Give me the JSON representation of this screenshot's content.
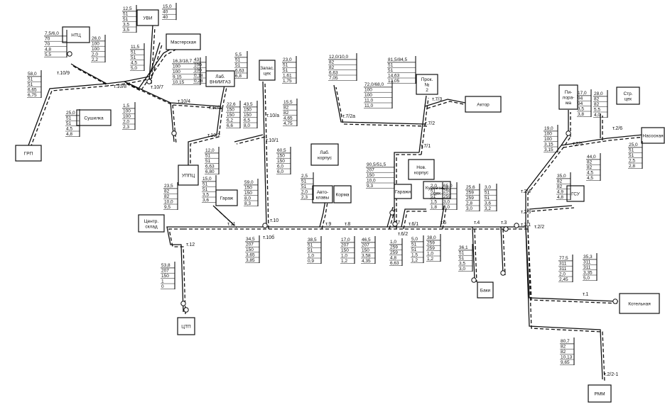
{
  "buildings": [
    {
      "id": "ntc",
      "label": "НТЦ"
    },
    {
      "id": "uvi",
      "label": "УВИ"
    },
    {
      "id": "masterskaya",
      "label": "Мастерская"
    },
    {
      "id": "lab_vnii",
      "label": "Лаб. ВНИИГАЗ"
    },
    {
      "id": "zapas",
      "label": "Запас. цех"
    },
    {
      "id": "lab_korpus",
      "label": "Лаб. корпус"
    },
    {
      "id": "prok2",
      "label": "Прок. № 2"
    },
    {
      "id": "aktor",
      "label": "Актор"
    },
    {
      "id": "pilorama",
      "label": "Пи- лора- ма"
    },
    {
      "id": "str_ceh",
      "label": "Стр. цех"
    },
    {
      "id": "nasosnaya",
      "label": "Насосная"
    },
    {
      "id": "gsu",
      "label": "ГСУ"
    },
    {
      "id": "sushilka",
      "label": "Сушилка"
    },
    {
      "id": "grp",
      "label": "ГРП"
    },
    {
      "id": "uppc",
      "label": "УППЦ"
    },
    {
      "id": "garazh_b",
      "label": "Гаражи"
    },
    {
      "id": "avtoklub",
      "label": "Авто- клавы"
    },
    {
      "id": "korma",
      "label": "Корма"
    },
    {
      "id": "nov_korpus",
      "label": "Нов. корпус"
    },
    {
      "id": "garazh",
      "label": "Гараж"
    },
    {
      "id": "kuzn",
      "label": "Кузнечный цех"
    },
    {
      "id": "centr_sklad",
      "label": "Центр. склад"
    },
    {
      "id": "ctp",
      "label": "ЦТП"
    },
    {
      "id": "baki",
      "label": "Баки"
    },
    {
      "id": "kotelnaya",
      "label": "Котельная"
    },
    {
      "id": "rmm",
      "label": "РММ"
    }
  ],
  "nodes": [
    {
      "id": "t10_9",
      "label": "т.10/9"
    },
    {
      "id": "t10_8",
      "label": "т.10/8"
    },
    {
      "id": "t10_7",
      "label": "т.10/7"
    },
    {
      "id": "t10_4",
      "label": "т.10/4"
    },
    {
      "id": "t10_3",
      "label": "т.10/3"
    },
    {
      "id": "t10_2",
      "label": "т.10/2"
    },
    {
      "id": "t10_1",
      "label": "т.10/1"
    },
    {
      "id": "t10a",
      "label": "т.10/а"
    },
    {
      "id": "t10",
      "label": "т.10"
    },
    {
      "id": "t10b",
      "label": "т.10б"
    },
    {
      "id": "t11",
      "label": "т.11"
    },
    {
      "id": "t12",
      "label": "т.12"
    },
    {
      "id": "t9",
      "label": "т.9"
    },
    {
      "id": "t8",
      "label": "т.8"
    },
    {
      "id": "t7",
      "label": "т.7"
    },
    {
      "id": "t7_2a",
      "label": "т.7/2а"
    },
    {
      "id": "t7_2",
      "label": "т.7/2"
    },
    {
      "id": "t7_3",
      "label": "т.7/3"
    },
    {
      "id": "t7_1",
      "label": "т.7/1"
    },
    {
      "id": "t6_2",
      "label": "т.6/2"
    },
    {
      "id": "t6_1",
      "label": "т.6/1"
    },
    {
      "id": "t5",
      "label": "т.5"
    },
    {
      "id": "t4",
      "label": "т.4"
    },
    {
      "id": "t3",
      "label": "т.3"
    },
    {
      "id": "t2_1",
      "label": "т.2/1"
    },
    {
      "id": "t2_2",
      "label": "т.2/2"
    },
    {
      "id": "t2_3",
      "label": "т.2/3"
    },
    {
      "id": "t2_4",
      "label": "т.2/4"
    },
    {
      "id": "t2_5",
      "label": "т.2/5"
    },
    {
      "id": "t2_6",
      "label": "т.2/6"
    },
    {
      "id": "t1",
      "label": "т.1"
    },
    {
      "id": "t2_2_1",
      "label": "т.2/2-1"
    }
  ],
  "tables": [
    {
      "id": "tb_ntc",
      "header": "7,5/6,0",
      "rows": [
        "70",
        "70",
        "4,8",
        "5,5"
      ]
    },
    {
      "id": "tb_grp",
      "header": "58,0",
      "rows": [
        "51",
        "51",
        "6,65",
        "6,75"
      ]
    },
    {
      "id": "tb_uvi",
      "header": "12,5",
      "rows": [
        "51",
        "51",
        "3,5",
        "3,5"
      ]
    },
    {
      "id": "tb_uvi2",
      "header": "15,0",
      "rows": [
        "40",
        "40"
      ]
    },
    {
      "id": "tb_ntc2",
      "header": "26,0",
      "rows": [
        "100",
        "100",
        "2,0",
        "2,2"
      ]
    },
    {
      "id": "tb_10_7",
      "header": "11,5",
      "rows": [
        "51",
        "51",
        "4,5",
        "5,0"
      ]
    },
    {
      "id": "tb_lab",
      "header": "16,3/18,7",
      "rows": [
        "100",
        "100",
        "9,15",
        "10,15"
      ]
    },
    {
      "id": "tb_lab2",
      "header": "43",
      "rows": [
        "100",
        "100",
        "0,18",
        "0,28"
      ]
    },
    {
      "id": "tb_zap",
      "header": "5,5",
      "rows": [
        "51",
        "51",
        "6,63",
        "6,8"
      ]
    },
    {
      "id": "tb_zap2",
      "header": "23,0",
      "rows": [
        "51",
        "51",
        "1,61",
        "1,75"
      ]
    },
    {
      "id": "tb_sush",
      "header": "25,0",
      "rows": [
        "51",
        "51",
        "4,5",
        "4,8"
      ]
    },
    {
      "id": "tb_10_4",
      "header": "1,5",
      "rows": [
        "100",
        "100",
        "2,0",
        "2,3"
      ]
    },
    {
      "id": "tb_10_3",
      "header": "22,6",
      "rows": [
        "150",
        "150",
        "6,2",
        "6,6"
      ]
    },
    {
      "id": "tb_10_3b",
      "header": "43,5",
      "rows": [
        "150",
        "150",
        "6,5",
        "8,0"
      ]
    },
    {
      "id": "tb_10a",
      "header": "15,5",
      "rows": [
        "82",
        "82",
        "4,65",
        "4,75"
      ]
    },
    {
      "id": "tb_lk",
      "header": "12,0/10,0",
      "rows": [
        "82",
        "82",
        "6,63",
        "7,05"
      ]
    },
    {
      "id": "tb_72a",
      "header": "72,0/68,0",
      "rows": [
        "100",
        "100",
        "11,0",
        "11,0"
      ]
    },
    {
      "id": "tb_prok",
      "header": "81,5/84,5",
      "rows": [
        "51",
        "51",
        "14,63",
        "13,05"
      ]
    },
    {
      "id": "tb_uppc",
      "header": "12,0",
      "rows": [
        "51",
        "51",
        "6,63",
        "6,80"
      ]
    },
    {
      "id": "tb_10_1",
      "header": "60,5",
      "rows": [
        "150",
        "150",
        "6,0",
        "6,0"
      ]
    },
    {
      "id": "tb_71",
      "header": "90,5/51,5",
      "rows": [
        "207",
        "150",
        "10,0",
        "9,3"
      ]
    },
    {
      "id": "tb_pil",
      "header": "17,0",
      "rows": [
        "94",
        "94",
        "3,5",
        "3,8"
      ]
    },
    {
      "id": "tb_str",
      "header": "28,0",
      "rows": [
        "82",
        "82",
        "5,5",
        "4,0"
      ]
    },
    {
      "id": "tb_25",
      "header": "19,0",
      "rows": [
        "100",
        "100",
        "3,15",
        "3,15"
      ]
    },
    {
      "id": "tb_nas",
      "header": "25,0",
      "rows": [
        "51",
        "51",
        "2,5",
        "2,8"
      ]
    },
    {
      "id": "tb_44",
      "header": "44,0",
      "rows": [
        "82",
        "82",
        "4,5",
        "4,5"
      ]
    },
    {
      "id": "tb_24",
      "header": "35,0",
      "rows": [
        "82",
        "82",
        "4,9",
        "4,8"
      ]
    },
    {
      "id": "tb_gar",
      "header": "15,0",
      "rows": [
        "51",
        "51",
        "3,5",
        "3,6"
      ]
    },
    {
      "id": "tb_cs",
      "header": "23,5",
      "rows": [
        "82",
        "82",
        "10,0",
        "9,5"
      ]
    },
    {
      "id": "tb_59",
      "header": "59,0",
      "rows": [
        "150",
        "150",
        "8,0",
        "8,3"
      ]
    },
    {
      "id": "tb_avt",
      "header": "2,5",
      "rows": [
        "51",
        "51",
        "2,0",
        "2,3"
      ]
    },
    {
      "id": "tb_kuz",
      "header": "2,0",
      "rows": [
        "51",
        "51",
        "1,5",
        "1,8"
      ]
    },
    {
      "id": "tb_65",
      "header": "65,0",
      "rows": [
        "259",
        "259",
        "3,0",
        "3,0"
      ]
    },
    {
      "id": "tb_256",
      "header": "25,6",
      "rows": [
        "259",
        "259",
        "2,8",
        "3,0"
      ]
    },
    {
      "id": "tb_3",
      "header": "3,0",
      "rows": [
        "51",
        "51",
        "3,6",
        "3,2"
      ]
    },
    {
      "id": "tb_10b",
      "header": "34,5",
      "rows": [
        "207",
        "150",
        "3,65",
        "3,85"
      ]
    },
    {
      "id": "tb_385",
      "header": "38,5",
      "rows": [
        "51",
        "51",
        "1,0",
        "0,9"
      ]
    },
    {
      "id": "tb_17",
      "header": "17,0",
      "rows": [
        "207",
        "150",
        "1,0",
        "1,2"
      ]
    },
    {
      "id": "tb_465",
      "header": "46,5",
      "rows": [
        "207",
        "150",
        "3,58",
        "4,35"
      ]
    },
    {
      "id": "tb_10",
      "header": "1,0",
      "rows": [
        "259",
        "259",
        "4,8",
        "6,63"
      ]
    },
    {
      "id": "tb_5",
      "header": "5,0",
      "rows": [
        "51",
        "51",
        "1,5",
        "1,2"
      ]
    },
    {
      "id": "tb_38",
      "header": "38,0",
      "rows": [
        "259",
        "259",
        "1,0",
        "1,2"
      ]
    },
    {
      "id": "tb_361",
      "header": "36,1",
      "rows": [
        "51",
        "51",
        "3,5",
        "3,0"
      ]
    },
    {
      "id": "tb_ctp",
      "header": "53,8",
      "rows": [
        "207",
        "150",
        "1",
        "0"
      ]
    },
    {
      "id": "tb_775",
      "header": "77,5",
      "rows": [
        "311",
        "311",
        "2,0",
        "2,45"
      ]
    },
    {
      "id": "tb_353",
      "header": "35,3",
      "rows": [
        "311",
        "311",
        "3,35",
        "5,0"
      ]
    },
    {
      "id": "tb_rmm",
      "header": "80,7",
      "rows": [
        "82",
        "82",
        "10,13",
        "9,65"
      ]
    }
  ]
}
